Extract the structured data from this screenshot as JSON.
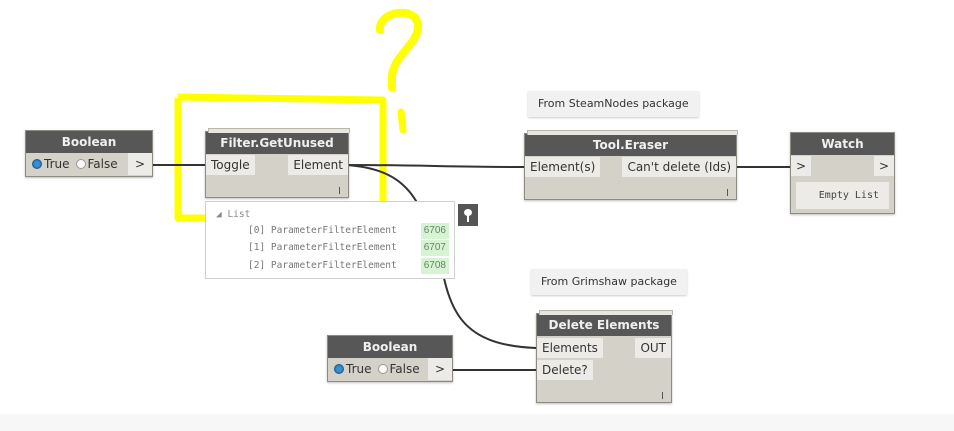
{
  "annotation": {
    "symbol": "question-mark",
    "color": "#ffff00"
  },
  "nodes": {
    "boolean1": {
      "title": "Boolean",
      "true_label": "True",
      "false_label": "False",
      "output": ">",
      "selected": "True"
    },
    "filter": {
      "title": "Filter.GetUnused",
      "input": "Toggle",
      "output": "Element"
    },
    "preview": {
      "list_label": "List",
      "items": [
        {
          "index": "[0]",
          "type": "ParameterFilterElement",
          "id": "6706"
        },
        {
          "index": "[1]",
          "type": "ParameterFilterElement",
          "id": "6707"
        },
        {
          "index": "[2]",
          "type": "ParameterFilterElement",
          "id": "6708"
        }
      ]
    },
    "note_steam": {
      "text": "From SteamNodes package"
    },
    "eraser": {
      "title": "Tool.Eraser",
      "input": "Element(s)",
      "output": "Can't delete (Ids)"
    },
    "watch": {
      "title": "Watch",
      "input": ">",
      "output": ">",
      "value": "Empty List"
    },
    "note_grimshaw": {
      "text": "From Grimshaw package"
    },
    "delete": {
      "title": "Delete Elements",
      "input1": "Elements",
      "input2": "Delete?",
      "output": "OUT"
    },
    "boolean2": {
      "title": "Boolean",
      "true_label": "True",
      "false_label": "False",
      "output": ">",
      "selected": "True"
    }
  },
  "colors": {
    "header": "#575757",
    "node_body": "#d4d1c8",
    "port": "#ecebe7",
    "wire": "#333333",
    "id_badge": "#d8f3d4"
  }
}
